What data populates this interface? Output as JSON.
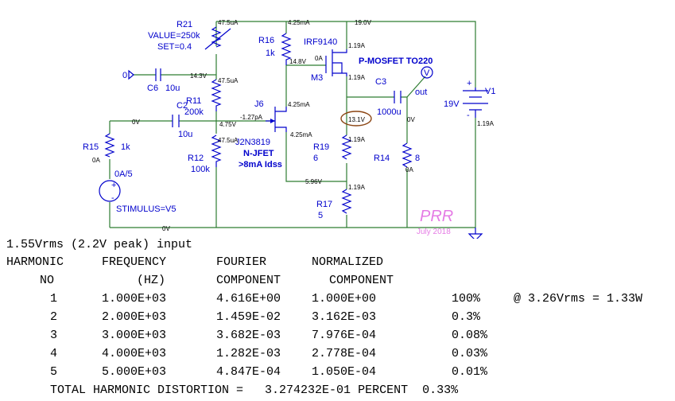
{
  "schematic": {
    "labels": {
      "r21": "R21",
      "r21_value": "VALUE=250k",
      "r21_set": "SET=0.4",
      "c6": "C6",
      "c6_val": "10u",
      "r11": "R11",
      "r11_val": "200k",
      "c2": "C2",
      "c2_val": "10u",
      "r15": "R15",
      "r15_val": "1k",
      "r12": "R12",
      "r12_val": "100k",
      "r16": "R16",
      "r16_val": "1k",
      "irf": "IRF9140",
      "m3": "M3",
      "pmos": "P-MOSFET TO220",
      "j6": "J6",
      "jfet_part": "J2N3819",
      "njfet": "N-JFET",
      "idss": ">8mA Idss",
      "r19": "R19",
      "r19_val": "6",
      "r17": "R17",
      "r17_val": "5",
      "c3": "C3",
      "c3_val": "1000u",
      "out": "out",
      "r14": "R14",
      "r14_val": "8",
      "v1": "V1",
      "v1_val": "19V",
      "v_probe": "V",
      "stimulus": "STIMULUS=V5",
      "v5": "0A/5",
      "ground_node": "0",
      "plus": "+",
      "minus": "-"
    },
    "annotations": {
      "i_r21": "47.5uA",
      "i_r16": "4.25mA",
      "v_supply": "19.0V",
      "v_143": "14.3V",
      "i_r11": "47.5uA",
      "v_148": "14.8V",
      "i_m3_a": "1.19A",
      "i_m3_gate": "0A",
      "i_m3_b": "1.19A",
      "i_j6_d": "4.25mA",
      "v_gate": "4.75V",
      "i_j6_g": "-1.27pA",
      "v_0_in": "0V",
      "i_j6_s": "4.25mA",
      "v_131": "13.1V",
      "v_0_out": "0V",
      "i_r12": "47.5uA",
      "i_r19": "1.19A",
      "i_r15": "0A",
      "i_r14": "0A",
      "v_596": "5.96V",
      "i_r17": "1.19A",
      "i_v1": "1.19A",
      "v_0_bottom": "0V"
    },
    "signature": {
      "name": "PRR",
      "date": "July 2018"
    }
  },
  "report": {
    "input_line": "1.55Vrms (2.2V peak) input",
    "headers": {
      "harmonic": "HARMONIC",
      "no": "NO",
      "frequency": "FREQUENCY",
      "hz": "(HZ)",
      "fourier": "FOURIER",
      "component": "COMPONENT",
      "normalized": "NORMALIZED",
      "component2": "COMPONENT"
    },
    "rows": [
      {
        "no": "1",
        "freq": "1.000E+03",
        "fourier": "4.616E+00",
        "norm": "1.000E+00",
        "pct": "100%",
        "note": "@ 3.26Vrms = 1.33W"
      },
      {
        "no": "2",
        "freq": "2.000E+03",
        "fourier": "1.459E-02",
        "norm": "3.162E-03",
        "pct": "0.3%",
        "note": ""
      },
      {
        "no": "3",
        "freq": "3.000E+03",
        "fourier": "3.682E-03",
        "norm": "7.976E-04",
        "pct": "0.08%",
        "note": ""
      },
      {
        "no": "4",
        "freq": "4.000E+03",
        "fourier": "1.282E-03",
        "norm": "2.778E-04",
        "pct": "0.03%",
        "note": ""
      },
      {
        "no": "5",
        "freq": "5.000E+03",
        "fourier": "4.847E-04",
        "norm": "1.050E-04",
        "pct": "0.01%",
        "note": ""
      }
    ],
    "thd_line": "TOTAL HARMONIC DISTORTION =   3.274232E-01 PERCENT  0.33%"
  }
}
